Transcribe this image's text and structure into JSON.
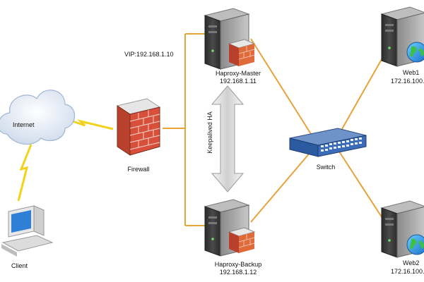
{
  "colors": {
    "link": "#e8a23c",
    "lightning": "#f2d21a",
    "server_body": "#3a3a3a",
    "brick": "#d8503a",
    "switch": "#2c5aa0",
    "arrow": "#cfcfcf"
  },
  "nodes": {
    "internet": {
      "label": "Internet",
      "icon": "cloud-icon"
    },
    "client": {
      "label": "Client",
      "icon": "computer-icon"
    },
    "firewall": {
      "label": "Firewall",
      "icon": "brick-wall-icon"
    },
    "vip": {
      "label": "VIP:192.168.1.10"
    },
    "haproxy_master": {
      "label": "Haproxy-Master",
      "ip": "192.168.1.11",
      "icon": "server-with-firewall-icon"
    },
    "haproxy_backup": {
      "label": "Haproxy-Backup",
      "ip": "192.168.1.12",
      "icon": "server-with-firewall-icon"
    },
    "keepalived": {
      "label": "Keepalived HA"
    },
    "switch": {
      "label": "Switch",
      "icon": "network-switch-icon"
    },
    "web1": {
      "label": "Web1",
      "ip": "172.16.100.",
      "icon": "server-with-globe-icon"
    },
    "web2": {
      "label": "Web2",
      "ip": "172.16.100.",
      "icon": "server-with-globe-icon"
    }
  }
}
